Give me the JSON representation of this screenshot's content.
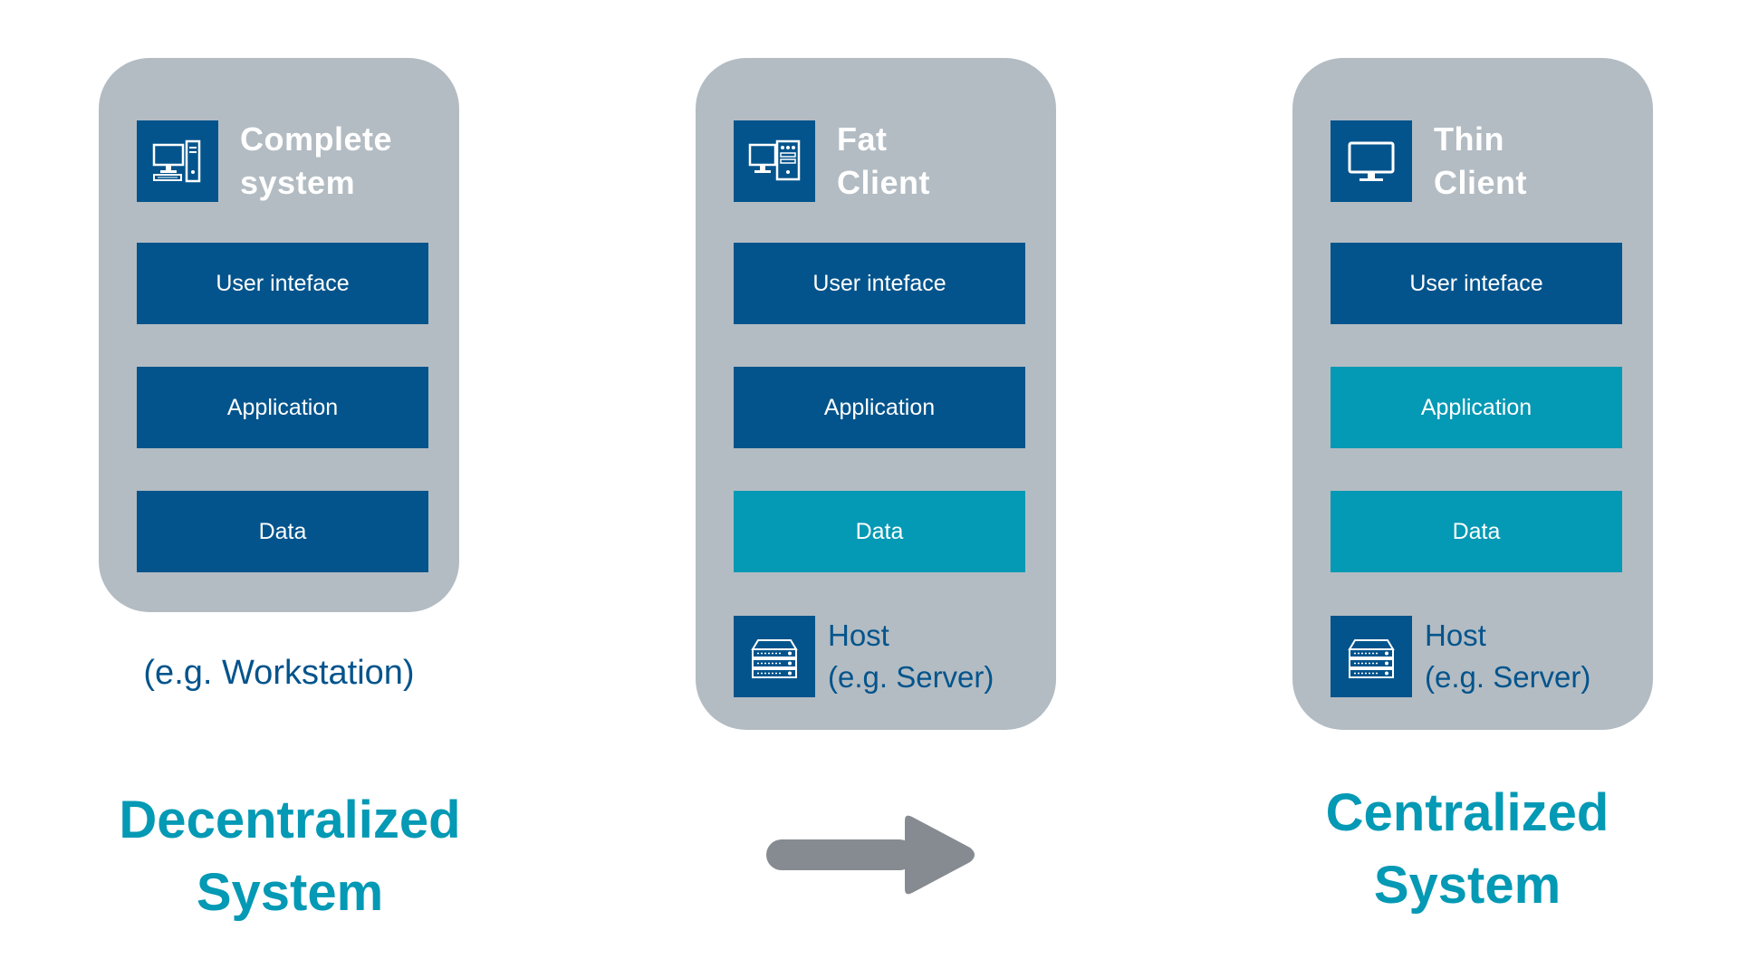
{
  "colors": {
    "card_bg": "#b3bcc3",
    "dark_block": "#03548c",
    "teal_block": "#0499b4",
    "heading": "#0499b4",
    "arrow": "#868b91"
  },
  "cards": [
    {
      "icon": "desktop-tower-icon",
      "title_line1": "Complete",
      "title_line2": "system",
      "layers": [
        "User inteface",
        "Application",
        "Data"
      ],
      "layer_styles": [
        "dark",
        "dark",
        "dark"
      ]
    },
    {
      "icon": "fat-client-icon",
      "title_line1": "Fat",
      "title_line2": "Client",
      "layers": [
        "User inteface",
        "Application",
        "Data"
      ],
      "layer_styles": [
        "dark",
        "dark",
        "teal"
      ],
      "host_line1": "Host",
      "host_line2": "(e.g. Server)",
      "host_icon": "server-icon"
    },
    {
      "icon": "monitor-icon",
      "title_line1": "Thin",
      "title_line2": "Client",
      "layers": [
        "User inteface",
        "Application",
        "Data"
      ],
      "layer_styles": [
        "dark",
        "teal",
        "teal"
      ],
      "host_line1": "Host",
      "host_line2": "(e.g. Server)",
      "host_icon": "server-icon"
    }
  ],
  "example_left": "(e.g. Workstation)",
  "heading_left": {
    "line1": "Decentralized",
    "line2": "System"
  },
  "heading_right": {
    "line1": "Centralized",
    "line2": "System"
  },
  "arrow_icon": "arrow-right-icon"
}
